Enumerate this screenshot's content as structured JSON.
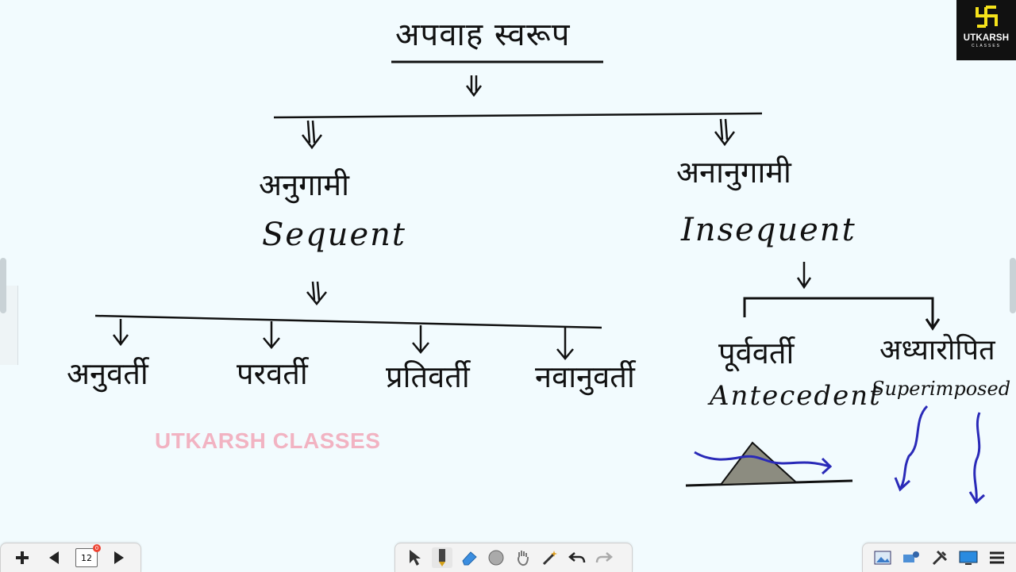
{
  "board": {
    "title": "अपवाह स्वरूप",
    "left_branch": {
      "hindi": "अनुगामी",
      "english": "Sequent"
    },
    "right_branch": {
      "hindi": "अनानुगामी",
      "english": "Insequent"
    },
    "sequent_types": [
      "अनुवर्ती",
      "परवर्ती",
      "प्रतिवर्ती",
      "नवानुवर्ती"
    ],
    "insequent_types": [
      {
        "hindi": "पूर्ववर्ती",
        "english": "Antecedent"
      },
      {
        "hindi": "अध्यारोपित",
        "english": "Superimposed"
      }
    ],
    "watermark": "UTKARSH CLASSES"
  },
  "logo": {
    "name": "UTKARSH",
    "sub": "CLASSES",
    "color": "#f5e21b"
  },
  "toolbar_left": {
    "page_number": "12",
    "page_badge": "0"
  },
  "icons": [
    "plus-icon",
    "prev-arrow-icon",
    "page-icon",
    "next-arrow-icon",
    "pointer-icon",
    "pen-icon",
    "eraser-icon",
    "shape-icon",
    "hand-icon",
    "magic-pen-icon",
    "undo-icon",
    "redo-icon",
    "image-icon",
    "tools-icon",
    "settings-icon",
    "screen-icon",
    "menu-icon"
  ],
  "colors": {
    "ink": "#111111",
    "blue_ink": "#2a2ab8",
    "mountain": "#8c8c80",
    "watermark": "#f2b3c2",
    "background": "#f2fbfe"
  }
}
